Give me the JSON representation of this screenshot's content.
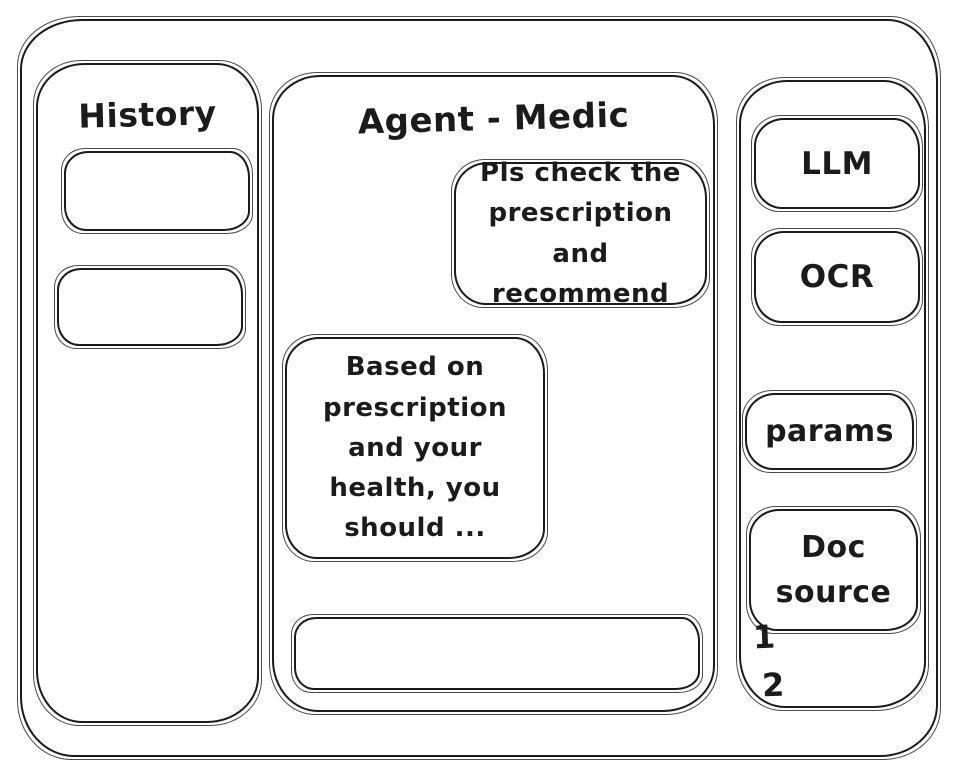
{
  "window": {
    "title": "Agent - Medic"
  },
  "sidebar_left": {
    "title": "History",
    "items": [
      {
        "label": ""
      },
      {
        "label": ""
      }
    ]
  },
  "main": {
    "title": "Agent - Medic",
    "messages": [
      {
        "role": "user",
        "text": "Pls check the prescription and recommend"
      },
      {
        "role": "agent",
        "text": "Based on prescription and your health, you should ..."
      }
    ],
    "input": {
      "value": "",
      "placeholder": ""
    }
  },
  "sidebar_right": {
    "llm_label": "LLM",
    "ocr_label": "OCR",
    "params_label": "params",
    "doc_source_label": "Doc source",
    "doc_source_items": [
      "1",
      "2"
    ]
  },
  "colors": {
    "ink": "#1b1b1b",
    "background": "#ffffff"
  }
}
